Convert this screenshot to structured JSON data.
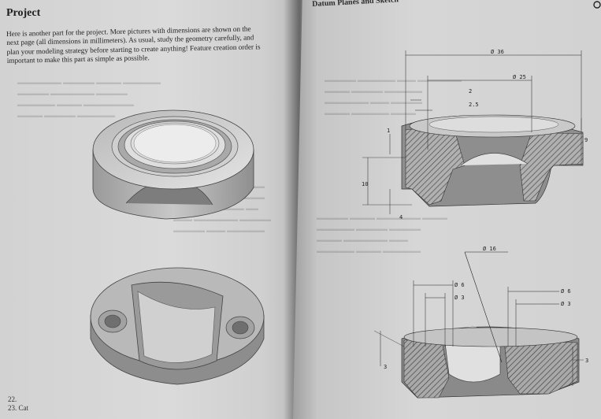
{
  "left_page": {
    "title": "Project",
    "intro_lines": [
      "Here is another part for the project.  More pictures with dimensions are shown on the",
      "next page (all dimensions in millimeters).  As usual, study the geometry carefully, and",
      "plan your modeling strategy before starting to create anything! Feature creation order is",
      "important to make this part as simple as possible."
    ],
    "footer_lines": [
      "22.",
      "23.  Cat"
    ]
  },
  "right_page": {
    "header": "Datum Planes and Sketch",
    "top_section": {
      "dimensions": [
        "Ø 36",
        "Ø 25",
        "2",
        "2.5",
        "1",
        "10",
        "4",
        "9"
      ]
    },
    "bottom_section": {
      "dimensions": [
        "Ø 16",
        "Ø 6",
        "Ø 3",
        "Ø 6",
        "Ø 3",
        "3",
        "3"
      ]
    }
  },
  "colors": {
    "paper": "#d6d6d6",
    "hatch": "#5a5a5a",
    "part_shade": "#8a8a8a",
    "ink": "#222222"
  }
}
